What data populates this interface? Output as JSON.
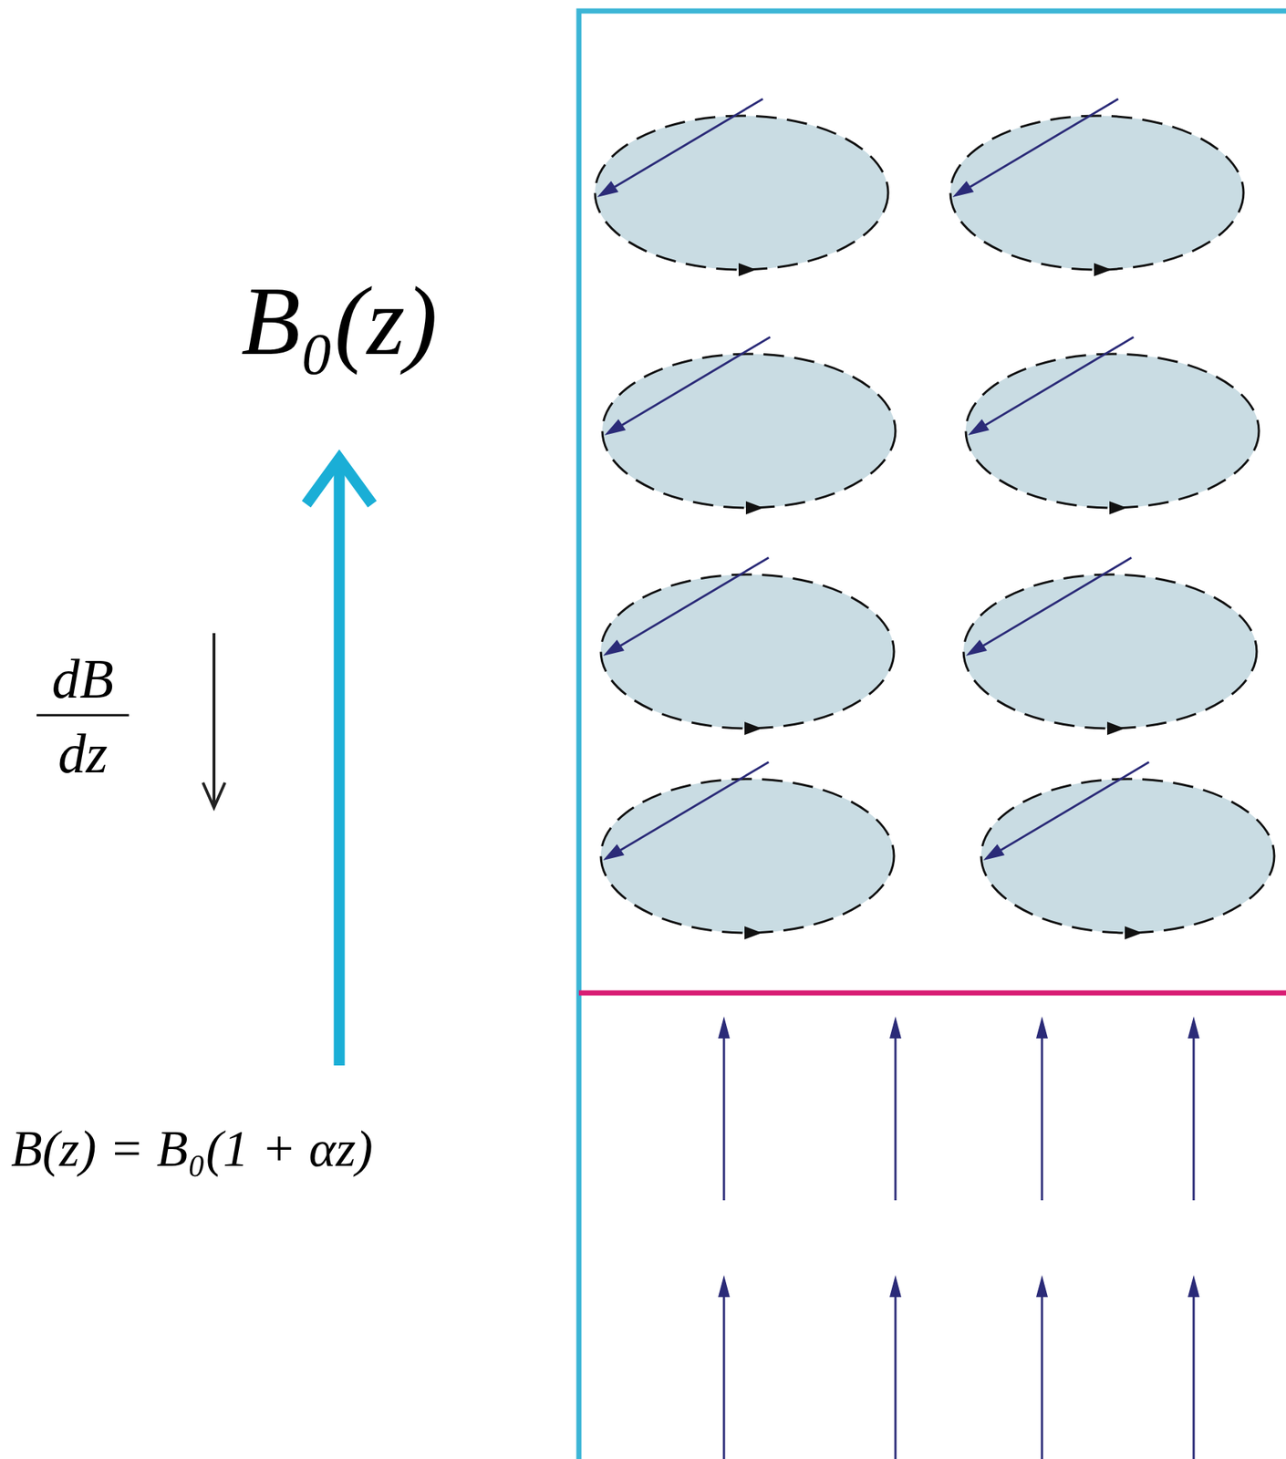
{
  "diagram": {
    "labels": [
      "B₀(z)",
      "dB",
      "dz",
      "B(z) = B₀(1 + αz)"
    ]
  }
}
